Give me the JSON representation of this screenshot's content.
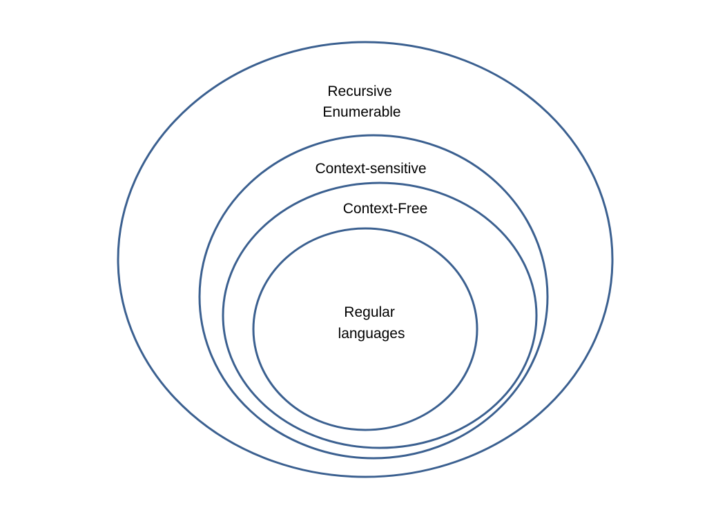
{
  "diagram": {
    "stroke_color": "#3b6090",
    "text_color": "#000000",
    "sets": [
      {
        "id": "recursive-enumerable",
        "label_lines": [
          "Recursive",
          "Enumerable"
        ]
      },
      {
        "id": "context-sensitive",
        "label_lines": [
          "Context-sensitive"
        ]
      },
      {
        "id": "context-free",
        "label_lines": [
          "Context-Free"
        ]
      },
      {
        "id": "regular",
        "label_lines": [
          "Regular",
          "languages"
        ]
      }
    ]
  }
}
